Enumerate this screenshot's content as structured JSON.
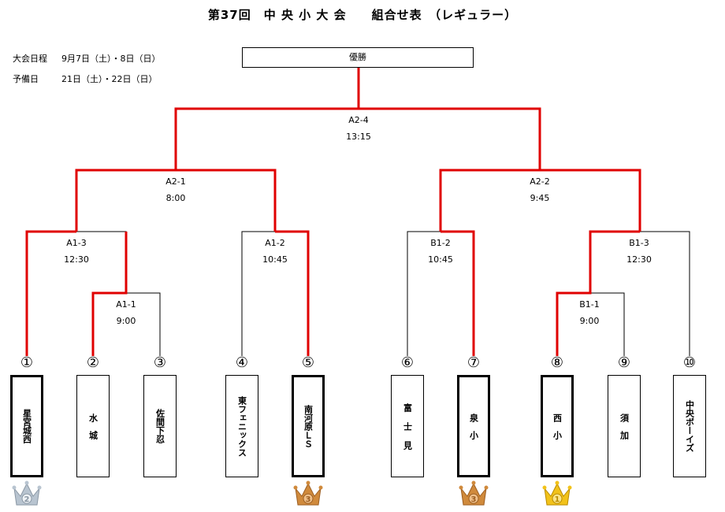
{
  "title": "第37回　中 央 小 大 会　　組合せ表　（レギュラー）",
  "schedule": [
    {
      "label": "大会日程",
      "value": "9月7日（土）・8日（日）"
    },
    {
      "label": "予備日",
      "value": "21日（土）・22日（日）"
    }
  ],
  "champion_label": "優勝",
  "matches": [
    {
      "id": "A2-4",
      "time": "13:15"
    },
    {
      "id": "A2-1",
      "time": "8:00"
    },
    {
      "id": "A2-2",
      "time": "9:45"
    },
    {
      "id": "A1-3",
      "time": "12:30"
    },
    {
      "id": "A1-2",
      "time": "10:45"
    },
    {
      "id": "B1-2",
      "time": "10:45"
    },
    {
      "id": "B1-3",
      "time": "12:30"
    },
    {
      "id": "A1-1",
      "time": "9:00"
    },
    {
      "id": "B1-1",
      "time": "9:00"
    }
  ],
  "teams": [
    {
      "num": "①",
      "name": "星宮城西"
    },
    {
      "num": "②",
      "name": "水　城"
    },
    {
      "num": "③",
      "name": "佐間下忍"
    },
    {
      "num": "④",
      "name": "東フェニックス"
    },
    {
      "num": "⑤",
      "name": "南河原ＬＳ"
    },
    {
      "num": "⑥",
      "name": "富 士 見"
    },
    {
      "num": "⑦",
      "name": "泉　小"
    },
    {
      "num": "⑧",
      "name": "西　小"
    },
    {
      "num": "⑨",
      "name": "須　加"
    },
    {
      "num": "⑩",
      "name": "中央ボーイズ"
    }
  ],
  "medals": [
    {
      "team": "①",
      "rank": "2",
      "type": "silver-crown-icon",
      "color": "#b8c4d0"
    },
    {
      "team": "⑤",
      "rank": "3",
      "type": "bronze-crown-icon",
      "color": "#d08a3c"
    },
    {
      "team": "⑦",
      "rank": "3",
      "type": "bronze-crown-icon",
      "color": "#d08a3c"
    },
    {
      "team": "⑧",
      "rank": "1",
      "type": "gold-crown-icon",
      "color": "#f2c21a"
    }
  ],
  "colors": {
    "winner_line": "#e00000",
    "line": "#000000"
  }
}
